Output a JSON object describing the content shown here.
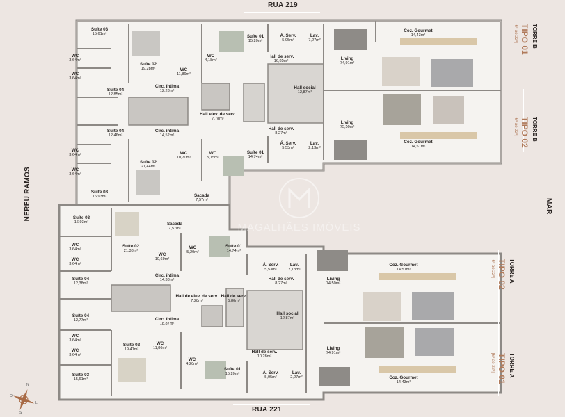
{
  "streets": {
    "top": "RUA 219",
    "bottom": "RUA 221",
    "left": "NEREU RAMOS",
    "right": "MAR"
  },
  "towers": [
    {
      "tower": "TORRE B",
      "type": "TIPO 01",
      "floors": "[6º ao 22º]"
    },
    {
      "tower": "TORRE B",
      "type": "TIPO 02",
      "floors": "[6º ao 22º]"
    },
    {
      "tower": "TORRE A",
      "type": "TIPO 02",
      "floors": "[6º ao 22º]"
    },
    {
      "tower": "TORRE A",
      "type": "TIPO 01",
      "floors": "[6º ao 22º]"
    }
  ],
  "watermark": "MAGALHÃES IMÓVEIS",
  "compass": {
    "n": "N",
    "s": "S",
    "l": "L",
    "o": "O"
  },
  "colors": {
    "background": "#ede6e2",
    "floor": "#f5f3f0",
    "wall": "#8d8985",
    "accent": "#b07a5a"
  },
  "rooms": [
    {
      "name": "Suíte 03",
      "area": "15,61m²"
    },
    {
      "name": "WC",
      "area": "3,64m²"
    },
    {
      "name": "WC",
      "area": "3,64m²"
    },
    {
      "name": "Suíte 02",
      "area": "19,28m²"
    },
    {
      "name": "WC",
      "area": "11,86m²"
    },
    {
      "name": "WC",
      "area": "4,18m²"
    },
    {
      "name": "Suíte 01",
      "area": "15,20m²"
    },
    {
      "name": "Á. Serv.",
      "area": "5,95m²"
    },
    {
      "name": "Lav.",
      "area": "7,27m²"
    },
    {
      "name": "Hall de serv.",
      "area": "16,85m²"
    },
    {
      "name": "Circ. íntima",
      "area": "12,28m²"
    },
    {
      "name": "Suíte 04",
      "area": "12,85m²"
    },
    {
      "name": "Hall social",
      "area": "12,87m²"
    },
    {
      "name": "Hall elev. de serv.",
      "area": "7,78m²"
    },
    {
      "name": "Suíte 04",
      "area": "12,46m²"
    },
    {
      "name": "Circ. íntima",
      "area": "14,52m²"
    },
    {
      "name": "Hall de serv.",
      "area": "8,27m²"
    },
    {
      "name": "WC",
      "area": "3,64m²"
    },
    {
      "name": "WC",
      "area": "3,64m²"
    },
    {
      "name": "WC",
      "area": "10,70m²"
    },
    {
      "name": "WC",
      "area": "5,15m²"
    },
    {
      "name": "Suíte 01",
      "area": "14,74m²"
    },
    {
      "name": "Á. Serv.",
      "area": "5,53m²"
    },
    {
      "name": "Lav.",
      "area": "2,13m²"
    },
    {
      "name": "Suíte 02",
      "area": "21,44m²"
    },
    {
      "name": "Suíte 03",
      "area": "16,93m²"
    },
    {
      "name": "Sacada",
      "area": "7,57m²"
    },
    {
      "name": "Living",
      "area": "74,91m²"
    },
    {
      "name": "Coz. Gourmet",
      "area": "14,43m²"
    },
    {
      "name": "Living",
      "area": "75,50m²"
    },
    {
      "name": "Coz. Gourmet",
      "area": "14,51m²"
    },
    {
      "name": "Suíte 03",
      "area": "16,93m²"
    },
    {
      "name": "Sacada",
      "area": "7,57m²"
    },
    {
      "name": "WC",
      "area": "3,64m²"
    },
    {
      "name": "WC",
      "area": "3,64m²"
    },
    {
      "name": "Suíte 02",
      "area": "21,38m²"
    },
    {
      "name": "WC",
      "area": "10,69m²"
    },
    {
      "name": "WC",
      "area": "5,20m²"
    },
    {
      "name": "Suíte 01",
      "area": "14,74m²"
    },
    {
      "name": "Á. Serv.",
      "area": "5,53m²"
    },
    {
      "name": "Lav.",
      "area": "2,13m²"
    },
    {
      "name": "Circ. íntima",
      "area": "14,38m²"
    },
    {
      "name": "Suíte 04",
      "area": "12,38m²"
    },
    {
      "name": "Hall de serv.",
      "area": "8,27m²"
    },
    {
      "name": "Hall de elev. de serv.",
      "area": "7,28m²"
    },
    {
      "name": "Hall de serv.",
      "area": "5,80m²"
    },
    {
      "name": "Hall social",
      "area": "12,87m²"
    },
    {
      "name": "Suíte 04",
      "area": "12,77m²"
    },
    {
      "name": "Circ. íntima",
      "area": "18,87m²"
    },
    {
      "name": "WC",
      "area": "3,64m²"
    },
    {
      "name": "WC",
      "area": "3,64m²"
    },
    {
      "name": "Suíte 02",
      "area": "19,41m²"
    },
    {
      "name": "WC",
      "area": "11,86m²"
    },
    {
      "name": "WC",
      "area": "4,20m²"
    },
    {
      "name": "Suíte 01",
      "area": "15,20m²"
    },
    {
      "name": "Hall de serv.",
      "area": "10,28m²"
    },
    {
      "name": "Á. Serv.",
      "area": "5,95m²"
    },
    {
      "name": "Lav.",
      "area": "2,27m²"
    },
    {
      "name": "Suíte 03",
      "area": "15,61m²"
    },
    {
      "name": "Living",
      "area": "74,50m²"
    },
    {
      "name": "Coz. Gourmet",
      "area": "14,51m²"
    },
    {
      "name": "Living",
      "area": "74,91m²"
    },
    {
      "name": "Coz. Gourmet",
      "area": "14,43m²"
    }
  ]
}
